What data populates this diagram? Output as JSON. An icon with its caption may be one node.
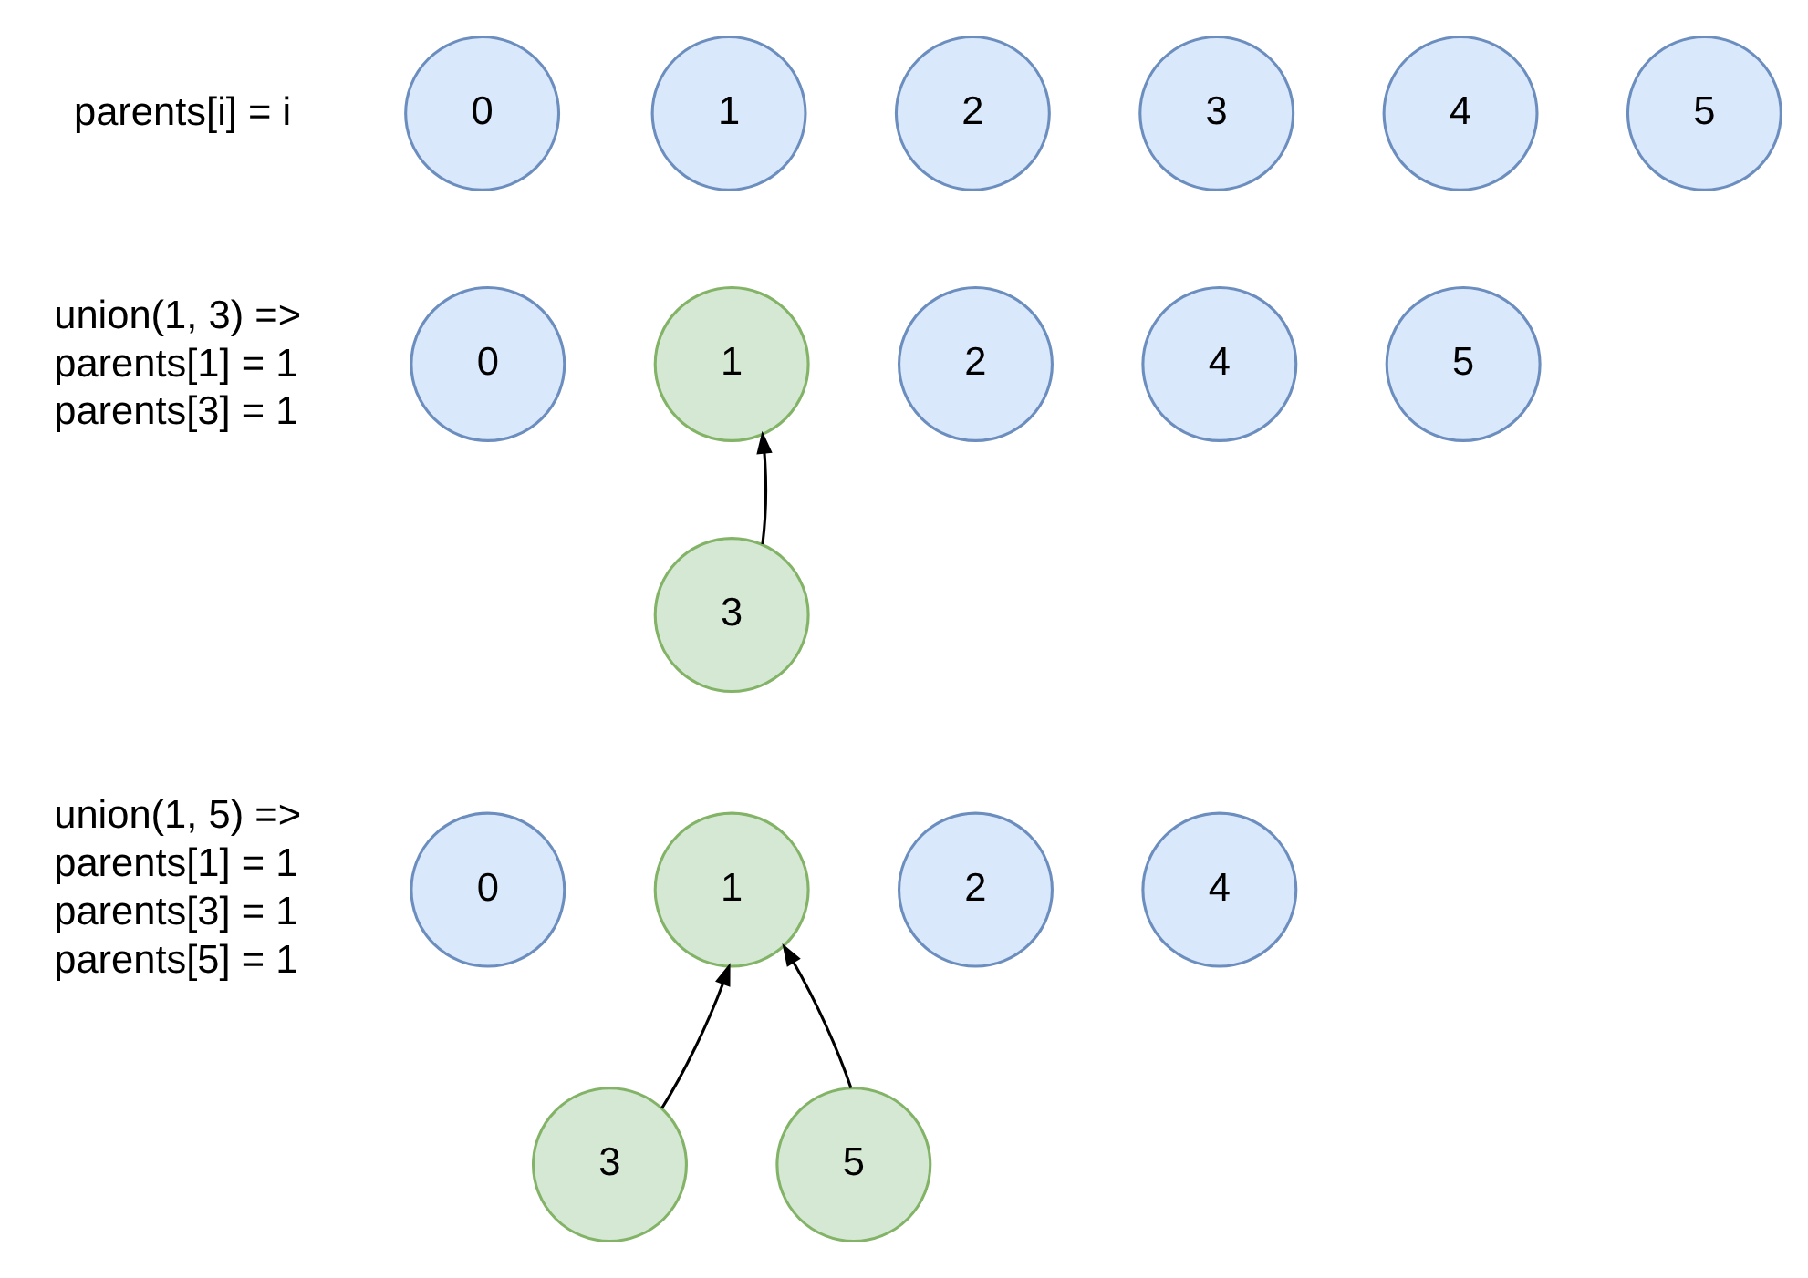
{
  "diagram": {
    "nodes": [
      {
        "text": [
          "0"
        ]
      },
      {
        "text": [
          "1"
        ]
      },
      {
        "text": [
          "2"
        ]
      },
      {
        "text": [
          "3"
        ]
      },
      {
        "text": [
          "4"
        ]
      },
      {
        "text": [
          "5"
        ]
      },
      {
        "text": [
          "0"
        ]
      },
      {
        "text": [
          "1"
        ]
      },
      {
        "text": [
          "2"
        ]
      },
      {
        "text": [
          "4"
        ]
      },
      {
        "text": [
          "5"
        ]
      },
      {
        "text": [
          "3"
        ]
      },
      {
        "text": [
          "0"
        ]
      },
      {
        "text": [
          "1"
        ]
      },
      {
        "text": [
          "2"
        ]
      },
      {
        "text": [
          "4"
        ]
      },
      {
        "text": [
          "3"
        ]
      },
      {
        "text": [
          "5"
        ]
      }
    ],
    "edges": [
      {
        "from": 11,
        "to": 7,
        "arrow": "to"
      },
      {
        "from": 16,
        "to": 13,
        "arrow": "to"
      },
      {
        "from": 17,
        "to": 13,
        "arrow": "to"
      }
    ],
    "labels": [
      "parents[i] = i",
      "union(1, 3) =>",
      "parents[1] = 1",
      "parents[3] = 1",
      "union(1, 5) =>",
      "parents[1] = 1",
      "parents[3] = 1",
      "parents[5] = 1"
    ]
  }
}
